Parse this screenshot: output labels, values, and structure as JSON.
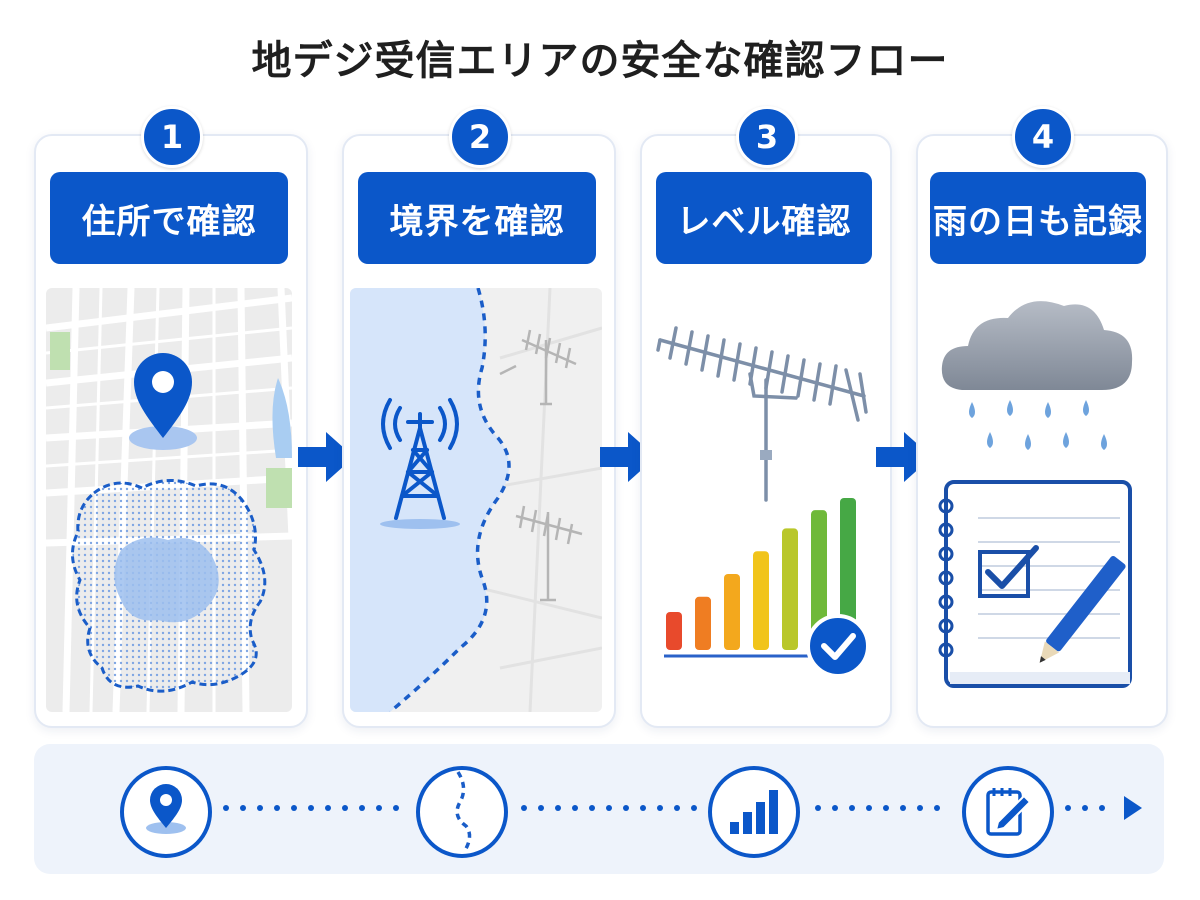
{
  "title": "地デジ受信エリアの安全な確認フロー",
  "steps": [
    {
      "number": "1",
      "label": "住所で確認"
    },
    {
      "number": "2",
      "label": "境界を確認"
    },
    {
      "number": "3",
      "label": "レベル確認"
    },
    {
      "number": "4",
      "label": "雨の日も記録"
    }
  ],
  "signal_levels": [
    0.25,
    0.35,
    0.5,
    0.65,
    0.8,
    0.92,
    1.0
  ],
  "colors": {
    "primary": "#0b57c9",
    "map_water": "#a9cdf2",
    "coverage_fill": "#c9dcf6",
    "bar_colors": [
      "#e84a2c",
      "#ef7d22",
      "#f3a81d",
      "#f1c41a",
      "#b9c72a",
      "#6fb93a",
      "#46a845"
    ]
  },
  "icons": {
    "step1": "map-pin-icon",
    "step2": "boundary-line-icon",
    "step3": "signal-bars-icon",
    "step4": "notebook-pen-icon",
    "arrow": "arrow-right-icon"
  }
}
